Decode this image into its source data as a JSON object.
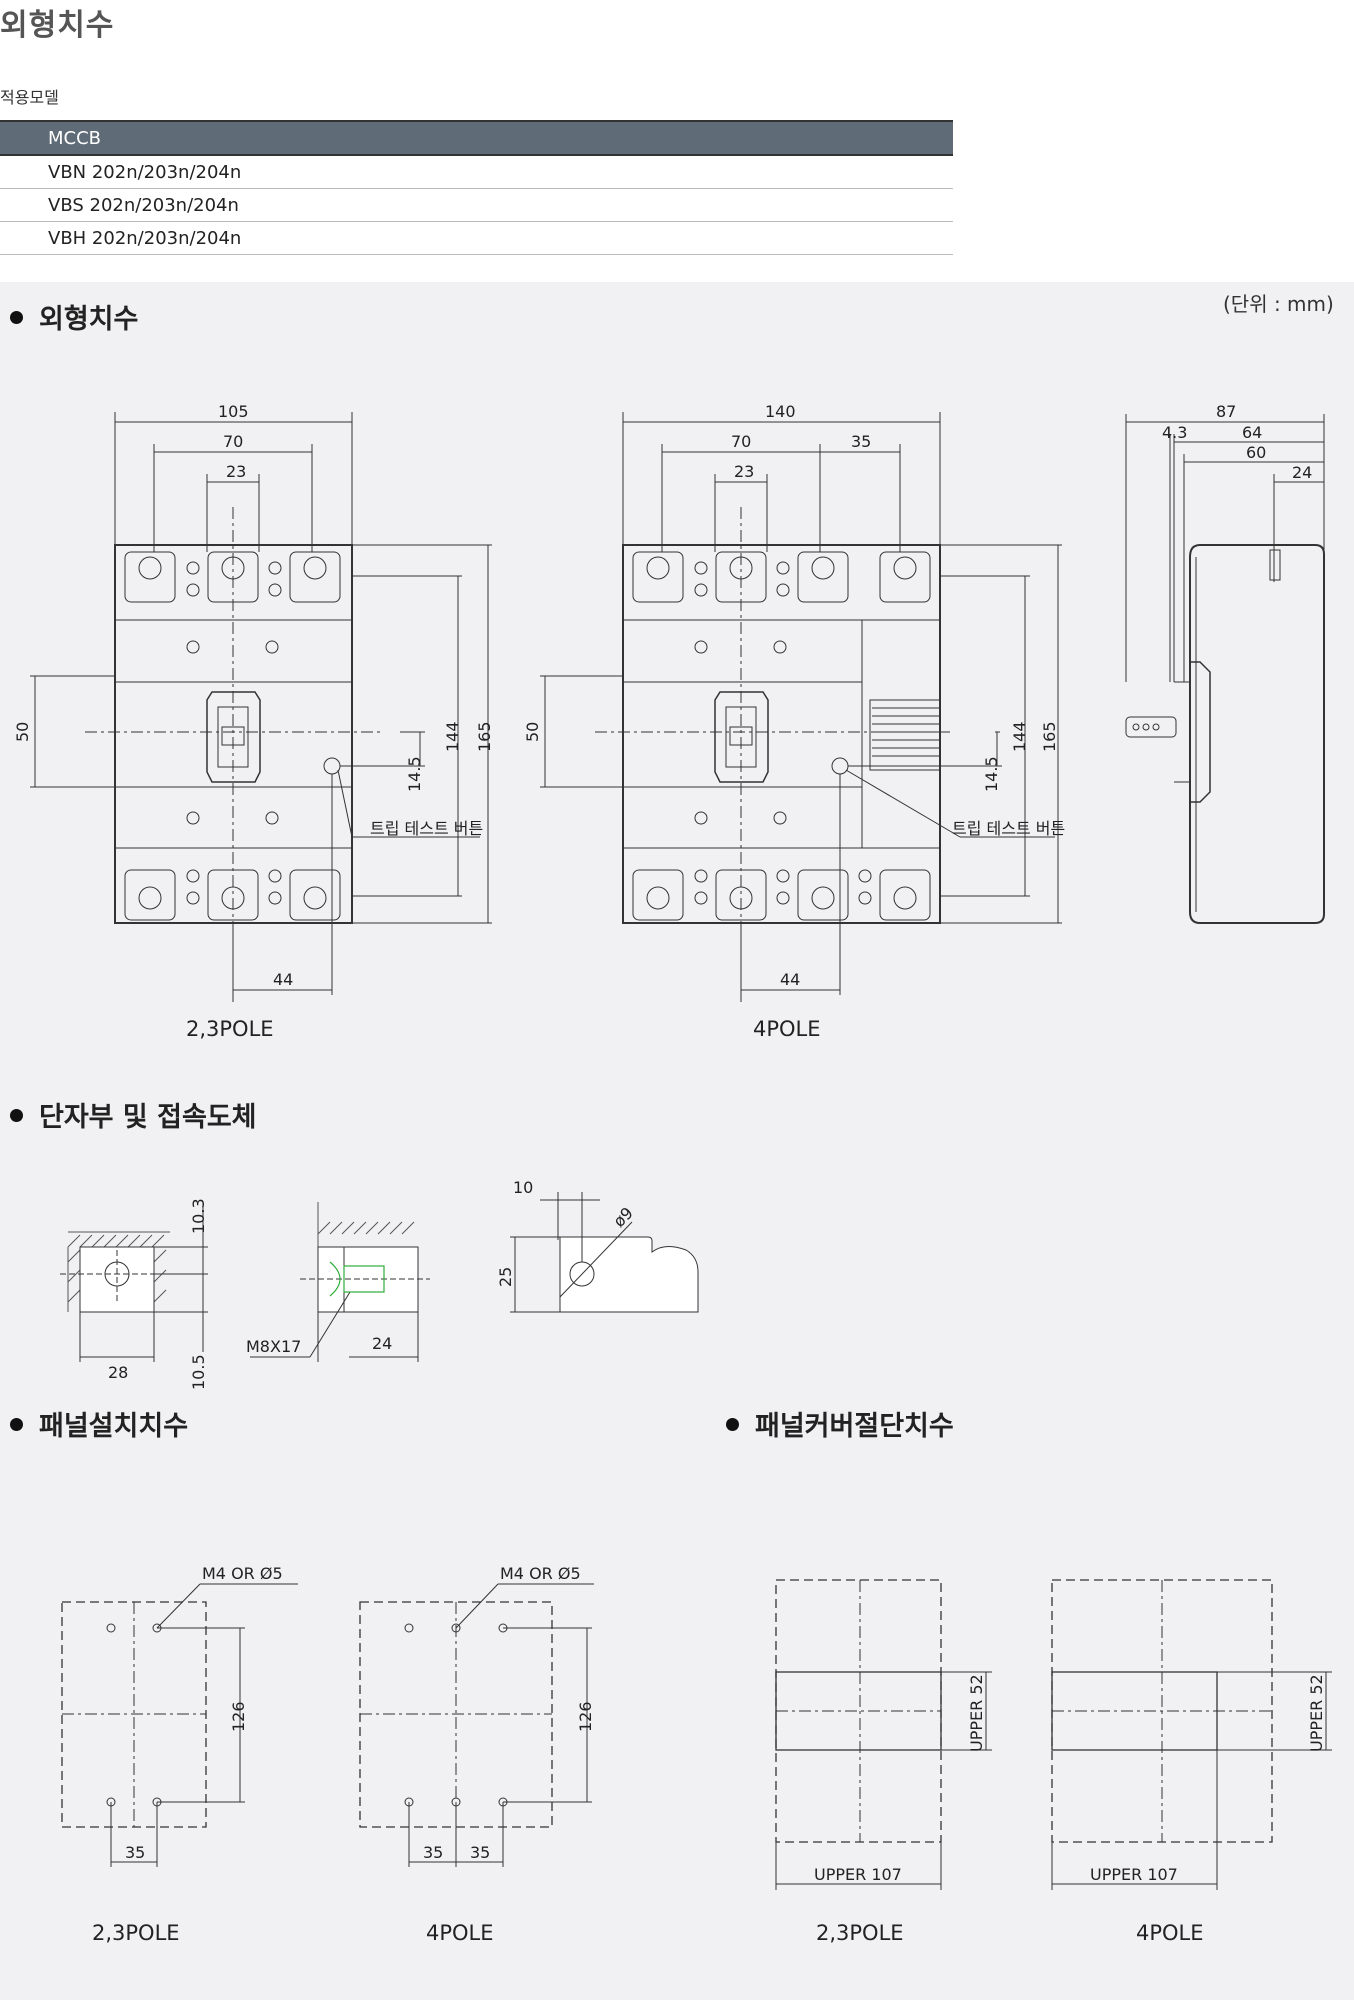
{
  "page_title": "외형치수",
  "model_section": {
    "caption": "적용모델",
    "header": "MCCB",
    "rows": [
      "VBN 202n/203n/204n",
      "VBS 202n/203n/204n",
      "VBH 202n/203n/204n"
    ]
  },
  "outline": {
    "title": "외형치수",
    "unit": "(단위 : mm)",
    "front_23": {
      "caption": "2,3POLE",
      "dims": {
        "w_total": "105",
        "w_70": "70",
        "w_23": "23",
        "h_50": "50",
        "h_144": "144",
        "h_165": "165",
        "h_145": "14.5",
        "w_44": "44"
      },
      "trip_label": "트립 테스트 버튼"
    },
    "front_4": {
      "caption": "4POLE",
      "dims": {
        "w_total": "140",
        "w_70": "70",
        "w_35": "35",
        "w_23": "23",
        "h_50": "50",
        "h_144": "144",
        "h_165": "165",
        "h_145": "14.5",
        "w_44": "44"
      },
      "trip_label": "트립 테스트 버튼"
    },
    "side": {
      "dims": {
        "d_87": "87",
        "d_43": "4.3",
        "d_64": "64",
        "d_60": "60",
        "d_24": "24"
      }
    }
  },
  "terminal": {
    "title": "단자부 및 접속도체",
    "dims": {
      "h_103": "10.3",
      "h_105": "10.5",
      "w_28": "28",
      "bolt": "M8X17",
      "w_24": "24",
      "w_10": "10",
      "h_25": "25",
      "dia_9": "ø9"
    }
  },
  "panel_install": {
    "title": "패널설치치수",
    "hole_label": "M4 OR Ø5",
    "height": "126",
    "pitch": "35",
    "captions": [
      "2,3POLE",
      "4POLE"
    ]
  },
  "panel_cover": {
    "title": "패널커버절단치수",
    "upper_h": "UPPER 52",
    "upper_w": "UPPER 107",
    "captions": [
      "2,3POLE",
      "4POLE"
    ]
  }
}
